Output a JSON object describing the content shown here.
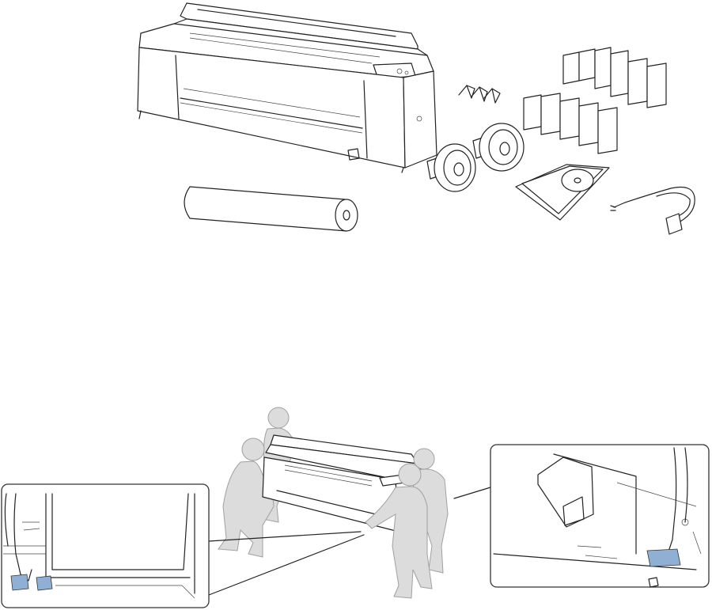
{
  "colors": {
    "line": "#222222",
    "figure": "#dcdcdc",
    "figure_outline": "#a0a0a0",
    "accent_blue": "#8fb0d4",
    "panel_border": "#333333"
  },
  "figures": {
    "contents": {
      "items": [
        "printer-icon",
        "paper-roll-icon",
        "spindle-adapter-icon",
        "spindle-adapter-icon",
        "roll-holder-clip-icon",
        "ink-cartridge-icon",
        "software-cd-icon",
        "power-cord-icon"
      ],
      "ink_cartridge_count": 11,
      "clip_count": 3
    },
    "lifting": {
      "people_count": 4,
      "callout_panels": [
        "left-handle-callout",
        "right-handle-callout"
      ]
    }
  }
}
